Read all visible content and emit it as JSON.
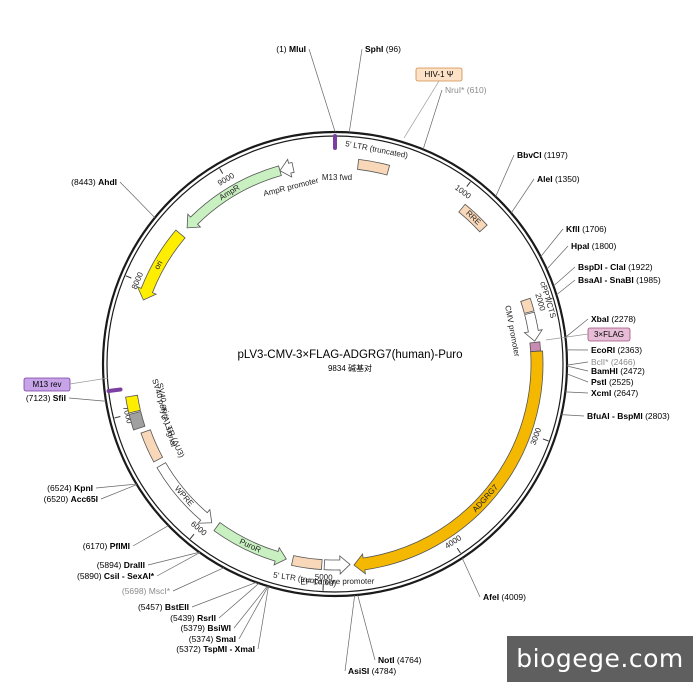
{
  "title": "pLV3-CMV-3×FLAG-ADGRG7(human)-Puro",
  "size_label": "9834 碱基对",
  "total_bp": 9834,
  "watermark": "biogege.com",
  "colors": {
    "backbone": "#1a1a1a",
    "cds": "#f5b800",
    "marker": "#c8f0c0",
    "ori": "#ffee00",
    "ltr": "#f8d8b8",
    "promoter": "#ffffff",
    "primer": "#7a3fa0",
    "tag": "#c88cb4",
    "polyA": "#a0a0a0"
  },
  "ticks": [
    {
      "bp": 1000,
      "label": "1000"
    },
    {
      "bp": 2000,
      "label": "2000"
    },
    {
      "bp": 3000,
      "label": "3000"
    },
    {
      "bp": 4000,
      "label": "4000"
    },
    {
      "bp": 5000,
      "label": "5000"
    },
    {
      "bp": 6000,
      "label": "6000"
    },
    {
      "bp": 7000,
      "label": "7000"
    },
    {
      "bp": 8000,
      "label": "8000"
    },
    {
      "bp": 9000,
      "label": "9000"
    }
  ],
  "features": [
    {
      "name": "5' LTR (truncated)",
      "start": 180,
      "end": 420,
      "type": "ltr",
      "color": "#f8d8b8"
    },
    {
      "name": "RRE",
      "start": 1070,
      "end": 1300,
      "type": "ltr",
      "color": "#f8d8b8"
    },
    {
      "name": "cPPT/CTS",
      "start": 1950,
      "end": 2050,
      "type": "ltr",
      "color": "#f8d8b8"
    },
    {
      "name": "CMV promoter",
      "start": 2060,
      "end": 2280,
      "type": "promoter",
      "color": "#ffffff"
    },
    {
      "name": "3×FLAG",
      "start": 2290,
      "end": 2360,
      "type": "tag",
      "color": "#c88cb4"
    },
    {
      "name": "ADGRG7",
      "start": 2360,
      "end": 4770,
      "type": "cds",
      "color": "#f5b800"
    },
    {
      "name": "EF-1α core promoter",
      "start": 4800,
      "end": 5000,
      "type": "promoter",
      "color": "#ffffff"
    },
    {
      "name": "5' LTR (truncated)",
      "start": 5020,
      "end": 5250,
      "type": "ltr",
      "color": "#f8d8b8"
    },
    {
      "name": "PuroR",
      "start": 5300,
      "end": 5900,
      "type": "marker",
      "color": "#c8f0c0"
    },
    {
      "name": "WPRE",
      "start": 5950,
      "end": 6550,
      "type": "promoter",
      "color": "#ffffff"
    },
    {
      "name": "3' LTR (ΔU3)",
      "start": 6600,
      "end": 6840,
      "type": "ltr",
      "color": "#f8d8b8"
    },
    {
      "name": "SV40 poly(A) signal",
      "start": 6880,
      "end": 7000,
      "type": "polyA",
      "color": "#a0a0a0"
    },
    {
      "name": "SV40 ori",
      "start": 7010,
      "end": 7130,
      "type": "ori",
      "color": "#ffee00"
    },
    {
      "name": "ori",
      "start": 7880,
      "end": 8470,
      "type": "ori",
      "color": "#ffee00"
    },
    {
      "name": "AmpR",
      "start": 8540,
      "end": 9400,
      "type": "marker",
      "color": "#c8f0c0"
    },
    {
      "name": "AmpR promoter",
      "start": 9400,
      "end": 9505,
      "type": "promoter",
      "color": "#ffffff"
    }
  ],
  "primers": [
    {
      "name": "M13 fwd",
      "bp": 9834
    },
    {
      "name": "M13 rev",
      "bp": 7190
    }
  ],
  "boxed_labels": [
    {
      "name": "HIV-1 Ψ",
      "type": "ltr"
    },
    {
      "name": "3×FLAG",
      "type": "tag"
    },
    {
      "name": "M13 rev",
      "type": "primer"
    }
  ],
  "sites": [
    {
      "name": "MluI",
      "pos": "(1)",
      "bp": 1,
      "gray": false
    },
    {
      "name": "SphI",
      "pos": "(96)",
      "bp": 96,
      "gray": false
    },
    {
      "name": "NruI*",
      "pos": "(610)",
      "bp": 610,
      "gray": true
    },
    {
      "name": "BbvCI",
      "pos": "(1197)",
      "bp": 1197,
      "gray": false
    },
    {
      "name": "AleI",
      "pos": "(1350)",
      "bp": 1350,
      "gray": false
    },
    {
      "name": "KflI",
      "pos": "(1706)",
      "bp": 1706,
      "gray": false
    },
    {
      "name": "HpaI",
      "pos": "(1800)",
      "bp": 1800,
      "gray": false
    },
    {
      "name": "BspDI - ClaI",
      "pos": "(1922)",
      "bp": 1922,
      "gray": false
    },
    {
      "name": "BsaAI - SnaBI",
      "pos": "(1985)",
      "bp": 1985,
      "gray": false
    },
    {
      "name": "XbaI",
      "pos": "(2278)",
      "bp": 2278,
      "gray": false
    },
    {
      "name": "EcoRI",
      "pos": "(2363)",
      "bp": 2363,
      "gray": false
    },
    {
      "name": "BclI*",
      "pos": "(2466)",
      "bp": 2466,
      "gray": true
    },
    {
      "name": "BamHI",
      "pos": "(2472)",
      "bp": 2472,
      "gray": false
    },
    {
      "name": "PstI",
      "pos": "(2525)",
      "bp": 2525,
      "gray": false
    },
    {
      "name": "XcmI",
      "pos": "(2647)",
      "bp": 2647,
      "gray": false
    },
    {
      "name": "BfuAI - BspMI",
      "pos": "(2803)",
      "bp": 2803,
      "gray": false
    },
    {
      "name": "AfeI",
      "pos": "(4009)",
      "bp": 4009,
      "gray": false
    },
    {
      "name": "NotI",
      "pos": "(4764)",
      "bp": 4764,
      "gray": false
    },
    {
      "name": "AsiSI",
      "pos": "(4784)",
      "bp": 4784,
      "gray": false
    },
    {
      "name": "SmaI",
      "pos": "(5374)",
      "bp": 5374,
      "gray": false
    },
    {
      "name": "TspMI - XmaI",
      "pos": "(5372)",
      "bp": 5372,
      "gray": false
    },
    {
      "name": "BsiWI",
      "pos": "(5379)",
      "bp": 5379,
      "gray": false
    },
    {
      "name": "RsrII",
      "pos": "(5439)",
      "bp": 5439,
      "gray": false
    },
    {
      "name": "BstEII",
      "pos": "(5457)",
      "bp": 5457,
      "gray": false
    },
    {
      "name": "MscI*",
      "pos": "(5698)",
      "bp": 5698,
      "gray": true
    },
    {
      "name": "CsiI - SexAI*",
      "pos": "(5890)",
      "bp": 5890,
      "gray": false
    },
    {
      "name": "DraIII",
      "pos": "(5894)",
      "bp": 5894,
      "gray": false
    },
    {
      "name": "PflMI",
      "pos": "(6170)",
      "bp": 6170,
      "gray": false
    },
    {
      "name": "Acc65I",
      "pos": "(6520)",
      "bp": 6520,
      "gray": false
    },
    {
      "name": "KpnI",
      "pos": "(6524)",
      "bp": 6524,
      "gray": false
    },
    {
      "name": "SfiI",
      "pos": "(7123)",
      "bp": 7123,
      "gray": false
    },
    {
      "name": "AhdI",
      "pos": "(8443)",
      "bp": 8443,
      "gray": false
    }
  ]
}
